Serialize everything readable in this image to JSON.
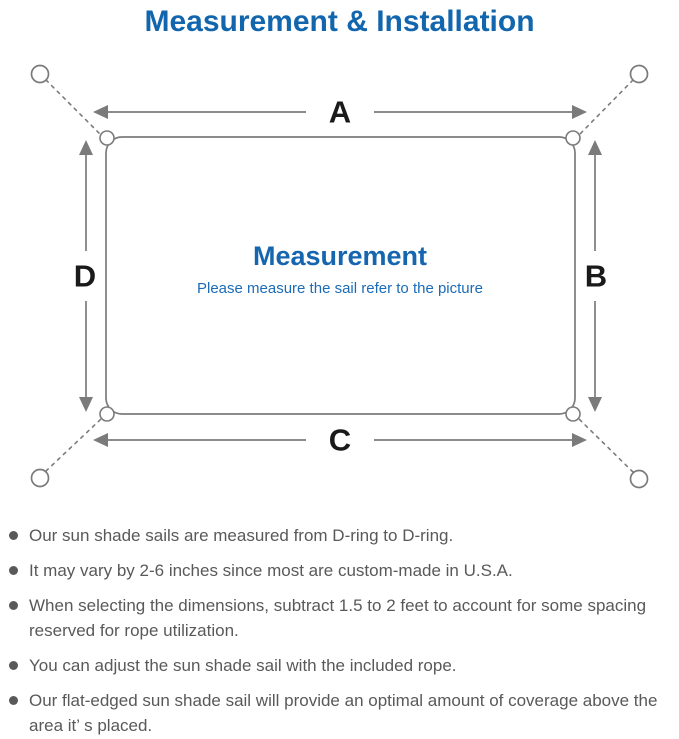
{
  "title": "Measurement & Installation",
  "diagram": {
    "heading": "Measurement",
    "subheading": "Please measure the sail refer to the picture",
    "labels": {
      "top": "A",
      "right": "B",
      "bottom": "C",
      "left": "D"
    }
  },
  "notes": [
    "Our sun shade sails are measured from D-ring to D-ring.",
    "It may vary by 2-6 inches since most are custom-made in U.S.A.",
    "When selecting the dimensions, subtract 1.5 to 2 feet to account for some spacing reserved for rope utilization.",
    "You can adjust the sun shade sail with the included rope.",
    "Our flat-edged sun shade sail will provide an optimal amount of coverage above the area it’ s placed."
  ],
  "colors": {
    "accent_blue": "#1266ae",
    "center_blue": "#1565af",
    "line_gray": "#7b7b7b",
    "text_gray": "#595959",
    "label_black": "#1a1a1a"
  }
}
